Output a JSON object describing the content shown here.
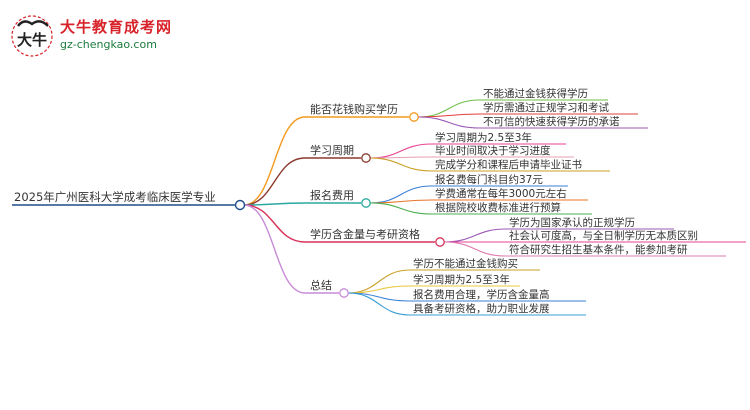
{
  "brand": {
    "name": "大牛教育成考网",
    "url": "gz-chengkao.com",
    "icon": "bull-logo-icon",
    "seal_text": "大牛"
  },
  "mindmap": {
    "root": "2025年广州医科大学成考临床医学专业",
    "branches": [
      {
        "label": "能否花钱购买学历",
        "color": "#f39a1e",
        "leaves": [
          {
            "text": "不能通过金钱获得学历",
            "color": "#6fbf4a"
          },
          {
            "text": "学历需通过正规学习和考试",
            "color": "#e0403a"
          },
          {
            "text": "不可信的快速获得学历的承诺",
            "color": "#9b59b6"
          }
        ]
      },
      {
        "label": "学习周期",
        "color": "#8b3a2e",
        "leaves": [
          {
            "text": "学习周期为2.5至3年",
            "color": "#e84393"
          },
          {
            "text": "毕业时间取决于学习进度",
            "color": "#e7a0b0"
          },
          {
            "text": "完成学分和课程后申请毕业证书",
            "color": "#c9a227"
          }
        ]
      },
      {
        "label": "报名费用",
        "color": "#2aa8a0",
        "leaves": [
          {
            "text": "报名费每门科目约37元",
            "color": "#3a7fd5"
          },
          {
            "text": "学费通常在每年3000元左右",
            "color": "#e8742a"
          },
          {
            "text": "根据院校收费标准进行预算",
            "color": "#4caf50"
          }
        ]
      },
      {
        "label": "学历含金量与考研资格",
        "color": "#d9315a",
        "leaves": [
          {
            "text": "学历为国家承认的正规学历",
            "color": "#9b59b6"
          },
          {
            "text": "社会认可度高，与全日制学历无本质区别",
            "color": "#e84393"
          },
          {
            "text": "符合研究生招生基本条件，能参加考研",
            "color": "#e07ab0"
          }
        ]
      },
      {
        "label": "总结",
        "color": "#c98bd8",
        "leaves": [
          {
            "text": "学历不能通过金钱购买",
            "color": "#c9a227"
          },
          {
            "text": "学习周期为2.5至3年",
            "color": "#e8c840"
          },
          {
            "text": "报名费用合理，学历含金量高",
            "color": "#3a7fd5"
          },
          {
            "text": "具备考研资格，助力职业发展",
            "color": "#3a9fd5"
          }
        ]
      }
    ],
    "root_color": "#1f4e8c"
  }
}
